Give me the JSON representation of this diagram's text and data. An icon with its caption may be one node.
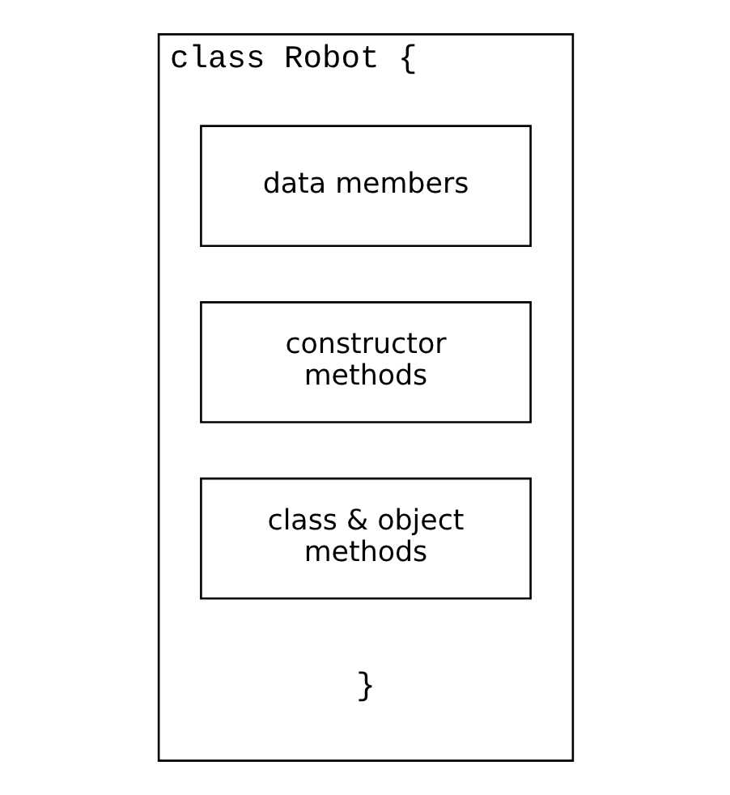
{
  "diagram": {
    "nodes": [
      {
        "text": [
          "class Robot {",
          "}"
        ]
      },
      {
        "text": [
          "data members"
        ],
        "in": 0
      },
      {
        "text": [
          "constructor methods"
        ],
        "in": 0
      },
      {
        "text": [
          "class & object methods"
        ],
        "in": 0
      }
    ]
  }
}
